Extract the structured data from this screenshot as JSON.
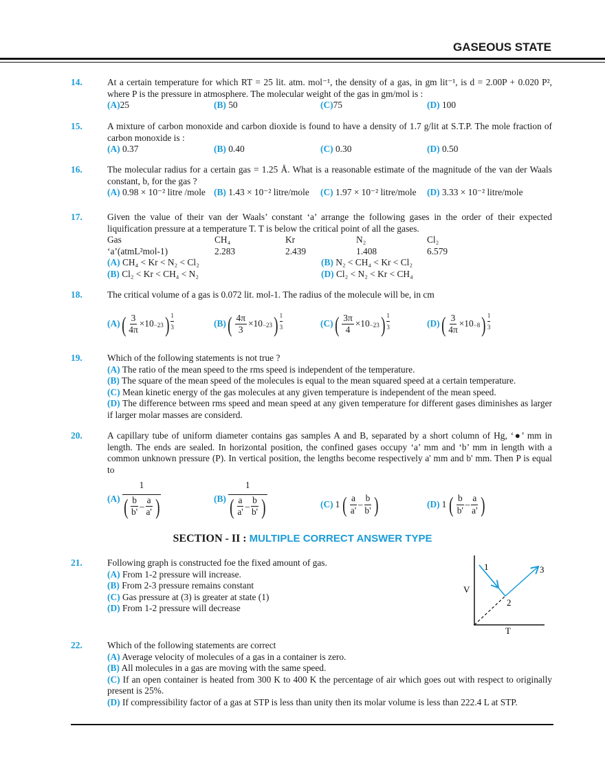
{
  "header": {
    "title": "GASEOUS STATE"
  },
  "q14": {
    "num": "14.",
    "text": "At a certain temperature for which RT = 25 lit. atm. mol⁻¹, the density of a gas, in gm lit⁻¹, is d = 2.00P + 0.020 P², where P is the pressure in atmosphere. The molecular weight of the gas in                        gm/mol is :",
    "options": [
      {
        "l": "(A)",
        "t": "25"
      },
      {
        "l": "(B)",
        "t": "50"
      },
      {
        "l": "(C)",
        "t": "75"
      },
      {
        "l": "(D)",
        "t": "100"
      }
    ]
  },
  "q15": {
    "num": "15.",
    "text": "A mixture of carbon monoxide and carbon dioxide is found to have a density of 1.7 g/lit at S.T.P. The mole fraction of carbon monoxide is :",
    "options": [
      {
        "l": "(A)",
        "t": "0.37"
      },
      {
        "l": "(B)",
        "t": "0.40"
      },
      {
        "l": "(C)",
        "t": "0.30"
      },
      {
        "l": "(D)",
        "t": "0.50"
      }
    ]
  },
  "q16": {
    "num": "16.",
    "text": "The molecular radius for a certain gas = 1.25 Å. What is a reasonable estimate of the magnitude of the van der Waals constant, b, for the gas ?",
    "options": [
      {
        "l": "(A)",
        "t": "0.98 × 10⁻² litre /mole"
      },
      {
        "l": "(B)",
        "t": "1.43 × 10⁻² litre/mole"
      },
      {
        "l": "(C)",
        "t": "1.97 × 10⁻² litre/mole"
      },
      {
        "l": "(D)",
        "t": "3.33 × 10⁻² litre/mole"
      }
    ]
  },
  "q17": {
    "num": "17.",
    "text": "Given the value of their van der Waals’ constant ‘a’ arrange the following gases in the order of their expected liquification pressure at a temperature T. T is below the critical point of all the gases.",
    "table": {
      "headers": [
        "Gas",
        "CH₄",
        "Kr",
        "N₂",
        "Cl₂"
      ],
      "values": [
        "‘a’(atmL²mol-1)",
        "2.283",
        "2.439",
        "1.408",
        "6.579"
      ]
    },
    "options": [
      {
        "l": "(A)",
        "t": "CH₄ < Kr < N₂ < Cl₂"
      },
      {
        "l": "(B)",
        "t": "N₂ < CH₄ < Kr < Cl₂"
      },
      {
        "l": "(B)",
        "t": "Cl₂ < Kr < CH₄ < N₂"
      },
      {
        "l": "(D)",
        "t": "Cl₂ < N₂ < Kr < CH₄"
      }
    ]
  },
  "q18": {
    "num": "18.",
    "text": "The critical volume of a gas is 0.072 lit. mol-1. The radius of the molecule will be, in cm",
    "power": {
      "n": "1",
      "d": "3"
    },
    "times": "×10",
    "options": [
      {
        "l": "(A)",
        "n": "3",
        "d": "4π",
        "e": "−23"
      },
      {
        "l": "(B)",
        "n": "4π",
        "d": "3",
        "e": "−23"
      },
      {
        "l": "(C)",
        "n": "3π",
        "d": "4",
        "e": "−23"
      },
      {
        "l": "(D)",
        "n": "3",
        "d": "4π",
        "e": "−8"
      }
    ]
  },
  "q19": {
    "num": "19.",
    "text": "Which of the following statements is not true ?",
    "options": [
      {
        "l": "(A)",
        "t": "The ratio of the mean speed to the rms speed is independent of the temperature."
      },
      {
        "l": "(B)",
        "t": "The square of the mean speed of the molecules is equal to the mean squared speed at a certain temperature."
      },
      {
        "l": "(C)",
        "t": "Mean kinetic energy of the gas molecules at any given temperature is independent of the mean speed."
      },
      {
        "l": "(D)",
        "t": "The difference between rms speed and mean speed at any given temperature  for different gases diminishes as larger if larger molar masses are considerd."
      }
    ]
  },
  "q20": {
    "num": "20.",
    "text": "A capillary tube of uniform diameter contains gas samples A and B, separated by a short column of Hg, ‘●’ mm in length. The ends are sealed. In horizontal position, the confined gases occupy ‘a’ mm and ‘b’ mm in length with a common unknown pressure (P). In vertical position, the lengths become respectively a' mm and b' mm. Then P is equal to",
    "minus": "–",
    "options": [
      {
        "l": "(A)",
        "k": "1",
        "f1": [
          "b",
          "b'"
        ],
        "f2": [
          "a",
          "a'"
        ]
      },
      {
        "l": "(B)",
        "k": "1",
        "f1": [
          "a",
          "a'"
        ],
        "f2": [
          "b",
          "b'"
        ]
      },
      {
        "l": "(C)",
        "k": "1",
        "f1": [
          "a",
          "a'"
        ],
        "f2": [
          "b",
          "b'"
        ]
      },
      {
        "l": "(D)",
        "k": "1",
        "f1": [
          "b",
          "b'"
        ],
        "f2": [
          "a",
          "a'"
        ]
      }
    ]
  },
  "section": {
    "prefix": "SECTION - II : ",
    "title": "MULTIPLE CORRECT ANSWER TYPE"
  },
  "q21": {
    "num": "21.",
    "text": "Following graph is constructed foe the fixed amount of gas.",
    "options": [
      {
        "l": "(A)",
        "t": "From 1-2 pressure will increase."
      },
      {
        "l": "(B)",
        "t": "From 2-3 pressure remains constant"
      },
      {
        "l": "(C)",
        "t": "Gas pressure at (3) is greater at state (1)"
      },
      {
        "l": "(D)",
        "t": "From 1-2 pressure will decrease"
      }
    ],
    "graph": {
      "x_label": "T",
      "y_label": "V",
      "points": [
        "1",
        "2",
        "3"
      ],
      "line_color": "#1a9bd7"
    }
  },
  "q22": {
    "num": "22.",
    "text": "Which of the following statements are correct",
    "options": [
      {
        "l": "(A)",
        "t": "Average velocity of molecules of a gas in a container is zero."
      },
      {
        "l": "(B)",
        "t": "All molecules in a gas are moving with the same speed."
      },
      {
        "l": "(C)",
        "t": "If an open container is heated from 300 K to 400 K the percentage of air which goes out with respect to originally present is 25%."
      },
      {
        "l": "(D)",
        "t": "If compressibility factor of a gas at STP is less than unity then its molar volume is less than 222.4 L at STP."
      }
    ]
  },
  "colors": {
    "accent": "#1a9bd7",
    "text": "#1a1a1a"
  }
}
